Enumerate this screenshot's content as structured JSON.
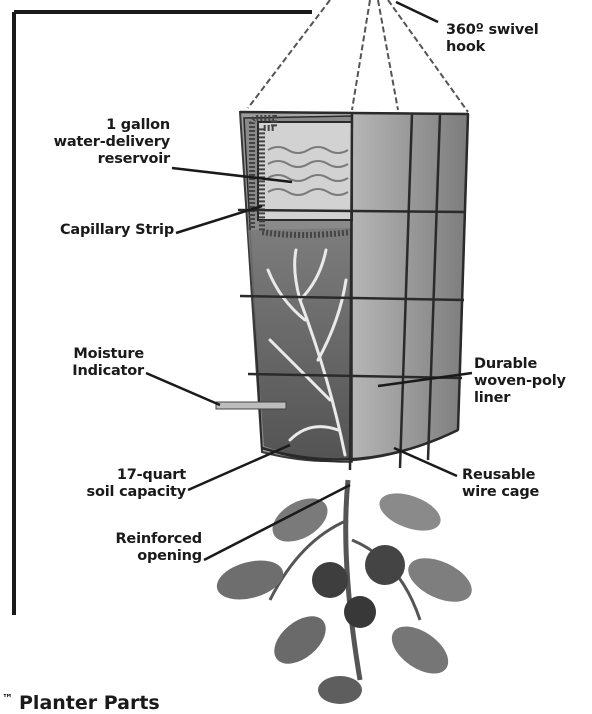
{
  "labels": {
    "swivel_hook": "360º swivel\nhook",
    "reservoir": "1 gallon\nwater-delivery\nreservoir",
    "capillary_strip": "Capillary Strip",
    "moisture_indicator": "Moisture\nIndicator",
    "liner": "Durable\nwoven-poly\nliner",
    "soil_capacity": "17-quart\nsoil capacity",
    "wire_cage": "Reusable\nwire cage",
    "reinforced_opening": "Reinforced\nopening"
  },
  "title": {
    "trademark": "™",
    "text": "Planter Parts"
  },
  "colors": {
    "line": "#1a1a1a",
    "frame": "#3a3a3a",
    "liner": "#8c8c8c",
    "soil": "#5a5a5a",
    "water": "#b0b0b0",
    "leaf": "#6e6e6e"
  }
}
